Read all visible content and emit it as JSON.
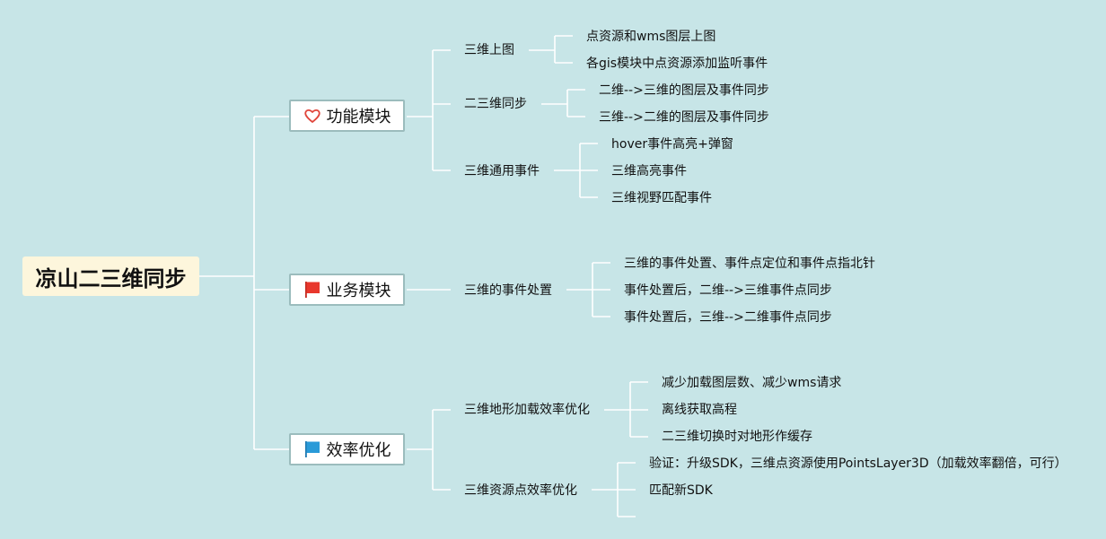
{
  "root": {
    "label": "凉山二三维同步"
  },
  "colors": {
    "background": "#c7e5e7",
    "line": "#ffffff",
    "root_fill": "#fdf6dc",
    "branch_border": "#9bbcbd"
  },
  "branches": [
    {
      "label": "功能模块",
      "icon": "heart-icon",
      "icon_color": "#e0463c",
      "children": [
        {
          "label": "三维上图",
          "children": [
            "点资源和wms图层上图",
            "各gis模块中点资源添加监听事件"
          ]
        },
        {
          "label": "二三维同步",
          "children": [
            "二维-->三维的图层及事件同步",
            "三维-->二维的图层及事件同步"
          ]
        },
        {
          "label": "三维通用事件",
          "children": [
            "hover事件高亮+弹窗",
            "三维高亮事件",
            "三维视野匹配事件"
          ]
        }
      ]
    },
    {
      "label": "业务模块",
      "icon": "red-flag-icon",
      "icon_color": "#e8372c",
      "children": [
        {
          "label": "三维的事件处置",
          "children": [
            "三维的事件处置、事件点定位和事件点指北针",
            "事件处置后，二维-->三维事件点同步",
            "事件处置后，三维-->二维事件点同步"
          ]
        }
      ]
    },
    {
      "label": "效率优化",
      "icon": "blue-flag-icon",
      "icon_color": "#2a9ad8",
      "children": [
        {
          "label": "三维地形加载效率优化",
          "children": [
            "减少加载图层数、减少wms请求",
            "离线获取高程",
            "二三维切换时对地形作缓存"
          ]
        },
        {
          "label": "三维资源点效率优化",
          "children": [
            "验证：升级SDK，三维点资源使用PointsLayer3D（加载效率翻倍，可行）",
            "匹配新SDK",
            ""
          ]
        }
      ]
    }
  ]
}
